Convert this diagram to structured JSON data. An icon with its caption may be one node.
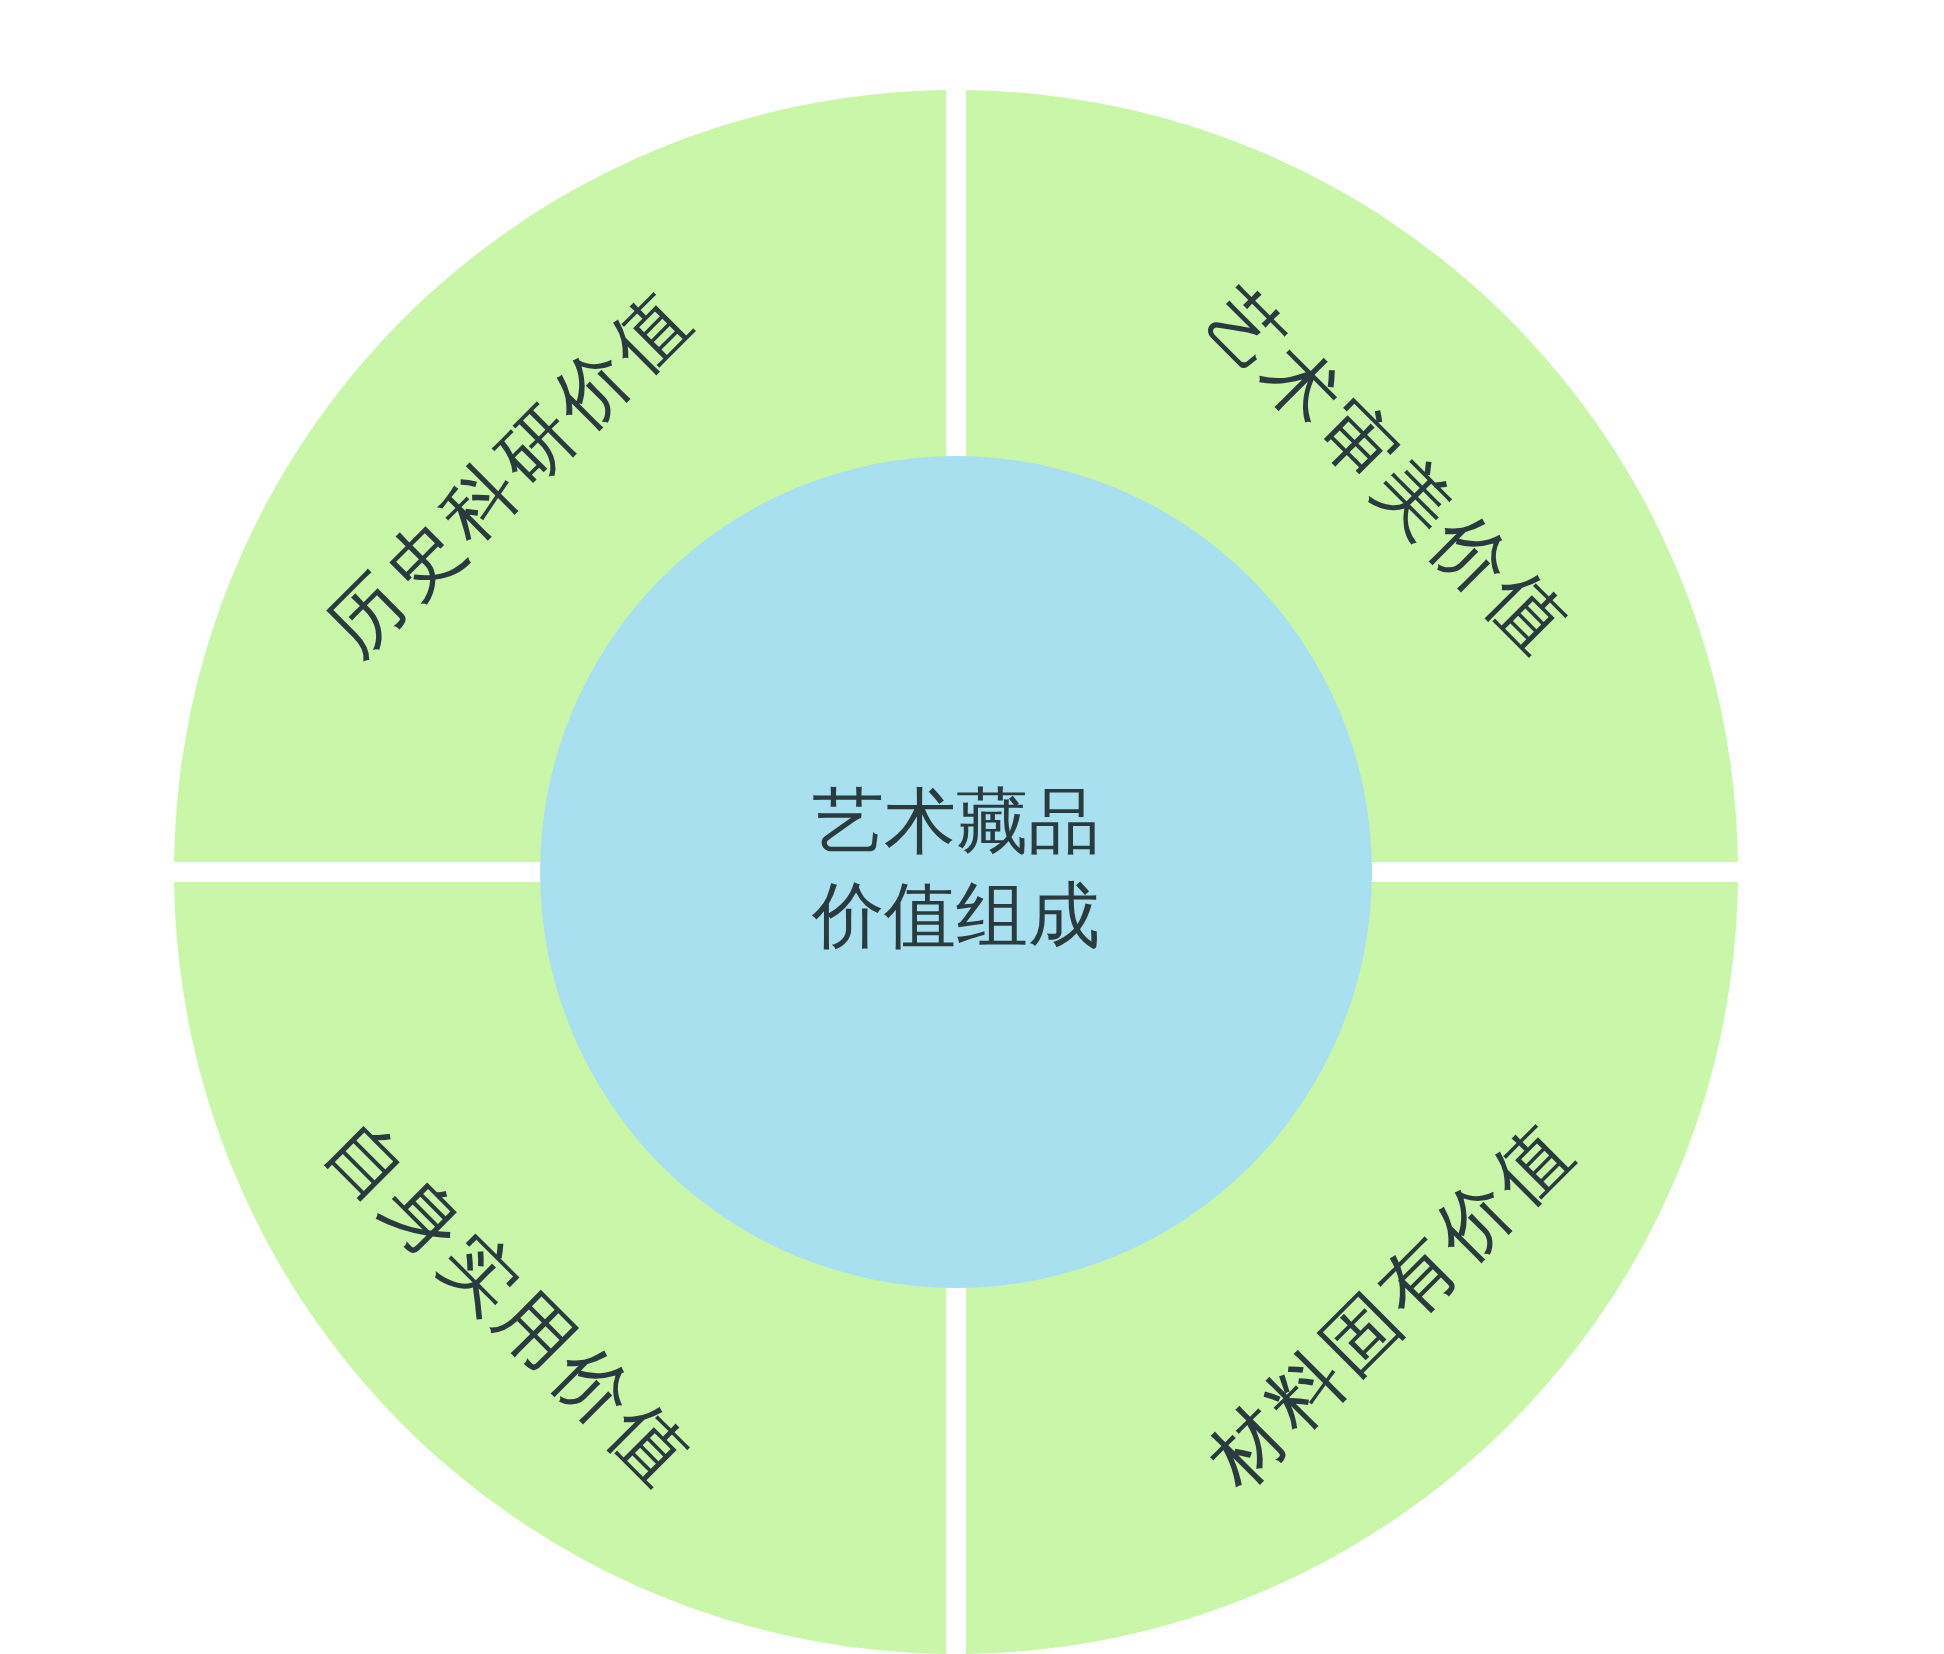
{
  "diagram": {
    "nodes": [
      {
        "text": [
          "历史科研价值"
        ]
      },
      {
        "text": [
          "艺术审美价值"
        ]
      },
      {
        "text": [
          "艺术藏品价值组成"
        ]
      },
      {
        "text": [
          "自身实用价值"
        ]
      },
      {
        "text": [
          "材料固有价值"
        ]
      }
    ]
  }
}
